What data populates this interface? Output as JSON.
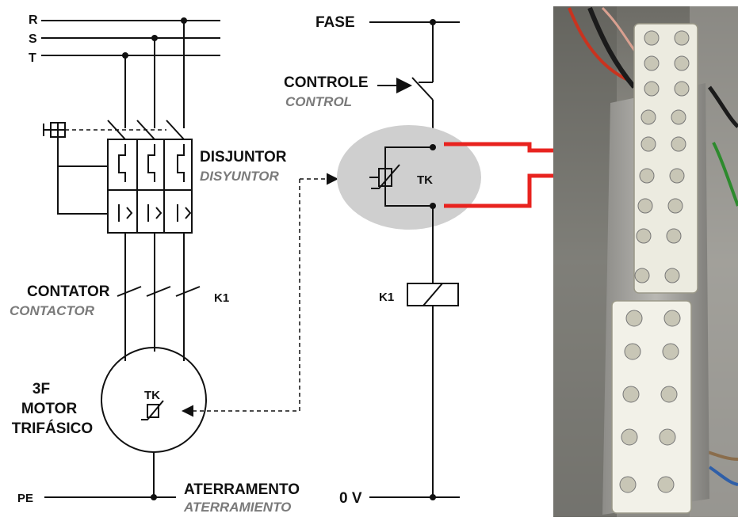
{
  "phases": [
    "R",
    "S",
    "T"
  ],
  "breaker": {
    "label": "DISJUNTOR",
    "label_es": "DISYUNTOR"
  },
  "contactor": {
    "label": "CONTATOR",
    "label_es": "CONTACTOR",
    "tag": "K1"
  },
  "motor": {
    "lines": [
      "3F",
      "MOTOR",
      "TRIFÁSICO"
    ],
    "sensor_tag": "TK"
  },
  "ground": {
    "tag": "PE",
    "label": "ATERRAMENTO",
    "label_es": "ATERRAMIENTO"
  },
  "control_circuit": {
    "phase_label": "FASE",
    "switch_label": "CONTROLE",
    "switch_label_es": "CONTROL",
    "thermal_tag": "TK",
    "coil_tag": "K1",
    "neutral_label": "0 V"
  },
  "colors": {
    "wire": "#111111",
    "arrow": "#e8231f",
    "highlight": "#cfcfcf",
    "label_es": "#7a7a7a"
  },
  "photo": {
    "subject": "terminal-block-photo"
  }
}
